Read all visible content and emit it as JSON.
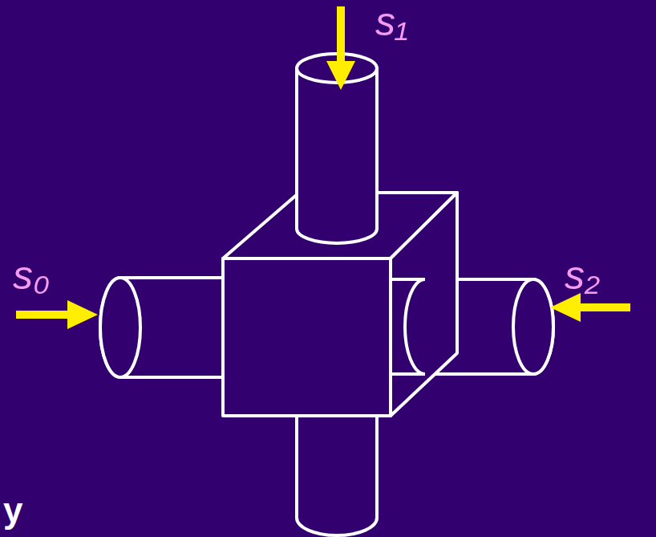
{
  "diagram": {
    "labels": [
      "s₀",
      "s₁",
      "s₂",
      "y"
    ]
  }
}
